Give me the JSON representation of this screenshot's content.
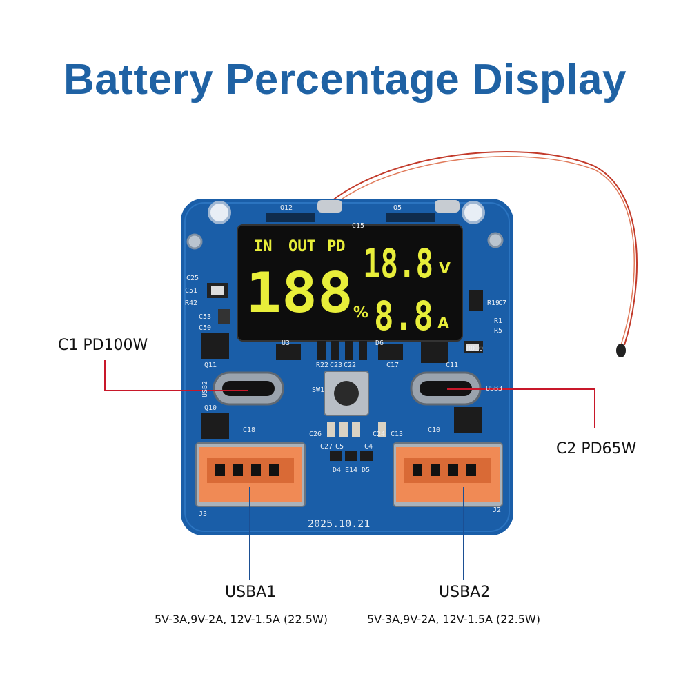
{
  "title": "Battery Percentage Display",
  "callouts": {
    "c1": "C1 PD100W",
    "c2": "C2 PD65W",
    "usba1": "USBA1",
    "usba2": "USBA2",
    "usba1_spec": "5V-3A,9V-2A, 12V-1.5A (22.5W)",
    "usba2_spec": "5V-3A,9V-2A, 12V-1.5A (22.5W)"
  },
  "display": {
    "in": "IN",
    "out": "OUT",
    "pd": "PD",
    "percent_digits": "188",
    "percent_sign": "%",
    "voltage_digits": "18.8",
    "voltage_unit": "V",
    "current_digits": "8.8",
    "current_unit": "A"
  },
  "board": {
    "date": "2025.10.21",
    "silkscreen": [
      "Q12",
      "Q5",
      "C15",
      "C25",
      "C51",
      "R42",
      "C53",
      "C50",
      "Q11",
      "USB2",
      "Q10",
      "C18",
      "U3",
      "R22",
      "C23",
      "C22",
      "D6",
      "C17",
      "C11",
      "USB3",
      "SW1",
      "C26",
      "C27",
      "C5",
      "C4",
      "C24",
      "C13",
      "C10",
      "D4",
      "E14",
      "D5",
      "J3",
      "J2",
      "R19",
      "C7",
      "R1",
      "R5",
      "R010"
    ]
  },
  "colors": {
    "title": "#1f62a4",
    "pcb": "#1a5ea8",
    "lcd": "#0d0d0d",
    "segment": "#e8ee3a",
    "connector": "#f08a55",
    "leader_red": "#c8182a",
    "leader_blue": "#1b4f93"
  }
}
